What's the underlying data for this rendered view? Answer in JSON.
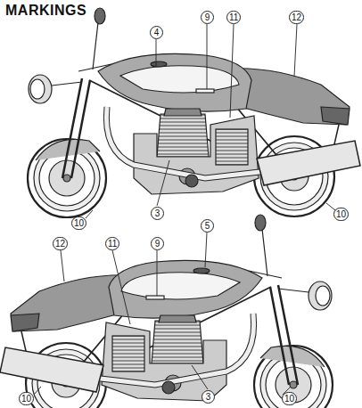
{
  "diagram": {
    "title": "MARKINGS",
    "labels": [
      "4",
      "9",
      "11",
      "12",
      "3",
      "10",
      "10",
      "12",
      "11",
      "9",
      "5",
      "3",
      "10",
      "10"
    ]
  }
}
